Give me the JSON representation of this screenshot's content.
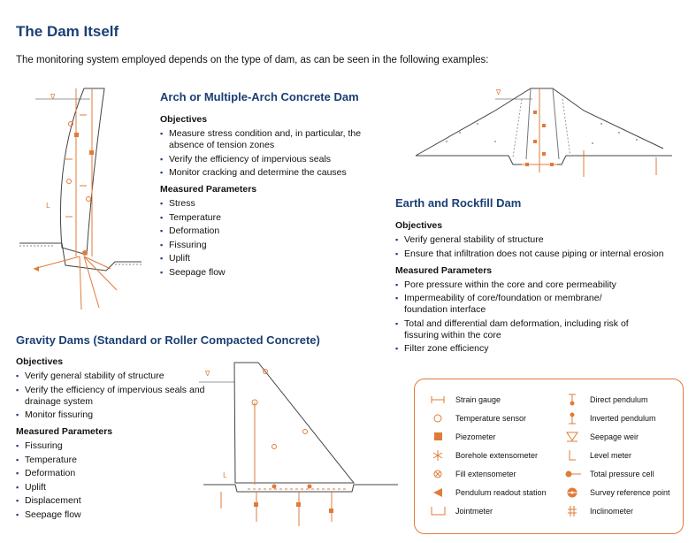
{
  "page": {
    "title": "The Dam Itself",
    "intro": "The monitoring system employed depends on the type of dam, as can be seen in the following examples:"
  },
  "arch": {
    "heading": "Arch or Multiple-Arch Concrete Dam",
    "objectives_heading": "Objectives",
    "objectives": [
      "Measure stress condition and, in particular, the absence of tension zones",
      "Verify the efficiency of impervious seals",
      "Monitor cracking and determine the causes"
    ],
    "params_heading": "Measured Parameters",
    "params": [
      "Stress",
      "Temperature",
      "Deformation",
      "Fissuring",
      "Uplift",
      "Seepage flow"
    ]
  },
  "earth": {
    "heading": "Earth and Rockfill Dam",
    "objectives_heading": "Objectives",
    "objectives": [
      "Verify general stability of structure",
      "Ensure that infiltration does not cause piping or internal erosion"
    ],
    "params_heading": "Measured Parameters",
    "params": [
      "Pore pressure within the core and core permeability",
      "Impermeability of core/foundation or membrane/ foundation interface",
      "Total and differential dam deformation, including risk of fissuring within the core",
      "Filter zone efficiency"
    ]
  },
  "gravity": {
    "heading": "Gravity Dams (Standard or Roller Compacted Concrete)",
    "objectives_heading": "Objectives",
    "objectives": [
      "Verify general stability of structure",
      "Verify the efficiency of impervious seals and drainage system",
      "Monitor fissuring"
    ],
    "params_heading": "Measured Parameters",
    "params": [
      "Fissuring",
      "Temperature",
      "Deformation",
      "Uplift",
      "Displacement",
      "Seepage flow"
    ]
  },
  "diagram_labels": {
    "water_level": "∇",
    "level_meter": "L"
  },
  "legend": {
    "accent_color": "#e07b39",
    "items": [
      {
        "icon": "strain-gauge-icon",
        "label": "Strain gauge"
      },
      {
        "icon": "temperature-sensor-icon",
        "label": "Temperature sensor"
      },
      {
        "icon": "piezometer-icon",
        "label": "Piezometer"
      },
      {
        "icon": "borehole-extensometer-icon",
        "label": "Borehole extensometer"
      },
      {
        "icon": "fill-extensometer-icon",
        "label": "Fill extensometer"
      },
      {
        "icon": "pendulum-readout-station-icon",
        "label": "Pendulum readout station"
      },
      {
        "icon": "jointmeter-icon",
        "label": "Jointmeter"
      },
      {
        "icon": "direct-pendulum-icon",
        "label": "Direct pendulum"
      },
      {
        "icon": "inverted-pendulum-icon",
        "label": "Inverted pendulum"
      },
      {
        "icon": "seepage-weir-icon",
        "label": "Seepage weir"
      },
      {
        "icon": "level-meter-icon",
        "label": "Level meter"
      },
      {
        "icon": "total-pressure-cell-icon",
        "label": "Total pressure cell"
      },
      {
        "icon": "survey-reference-point-icon",
        "label": "Survey reference point"
      },
      {
        "icon": "inclinometer-icon",
        "label": "Inclinometer"
      }
    ]
  }
}
